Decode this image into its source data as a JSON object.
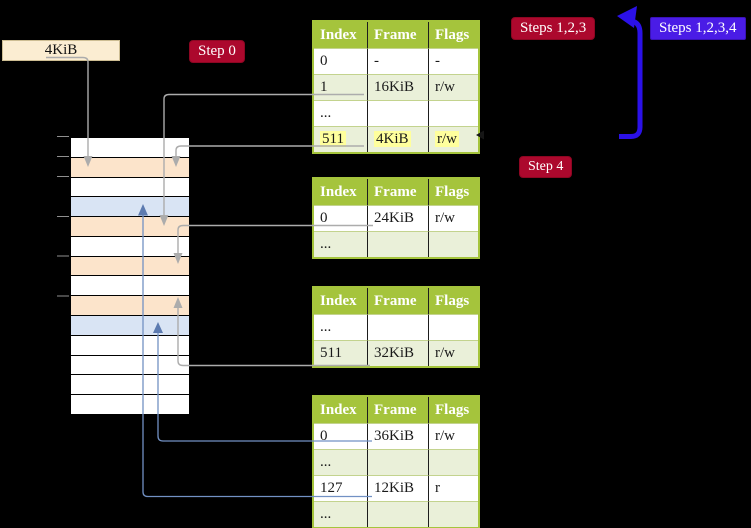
{
  "labels": {
    "frame_4kib": "4KiB",
    "step0": "Step 0",
    "steps123": "Steps 1,2,3",
    "steps1234": "Steps 1,2,3,4",
    "step4": "Step 4"
  },
  "colors": {
    "label_cream": "#fbedd2",
    "badge_red": "#ac082d",
    "badge_blue": "#4a1ce6",
    "header_green": "#a5c43c",
    "row_green": "#eaf0d9",
    "highlight_yellow": "#ffff9d",
    "mem_peach": "#fce4cb",
    "mem_blue": "#d9e4f4",
    "arrow_gray": "#acacac",
    "arrow_blue_thin": "#7291c4",
    "arrow_blue_head": "#5d7bb0",
    "arrow_blue_thick": "#2b11e8"
  },
  "memory_column": {
    "rows": [
      "white",
      "peach",
      "white",
      "blue",
      "peach",
      "white",
      "peach",
      "white",
      "peach",
      "blue",
      "white",
      "white",
      "white",
      "white"
    ]
  },
  "tables": [
    {
      "name": "page-table-level4",
      "headers": [
        "Index",
        "Frame",
        "Flags"
      ],
      "rows": [
        {
          "cells": [
            "0",
            "-",
            "-"
          ],
          "shade": false,
          "highlight": false
        },
        {
          "cells": [
            "1",
            "16KiB",
            "r/w"
          ],
          "shade": true,
          "highlight": false
        },
        {
          "cells": [
            "...",
            "",
            ""
          ],
          "shade": false,
          "highlight": false
        },
        {
          "cells": [
            "511",
            "4KiB",
            "r/w"
          ],
          "shade": true,
          "highlight": true
        }
      ]
    },
    {
      "name": "page-table-level3",
      "headers": [
        "Index",
        "Frame",
        "Flags"
      ],
      "rows": [
        {
          "cells": [
            "0",
            "24KiB",
            "r/w"
          ],
          "shade": false,
          "highlight": false
        },
        {
          "cells": [
            "...",
            "",
            ""
          ],
          "shade": true,
          "highlight": false
        }
      ]
    },
    {
      "name": "page-table-level2",
      "headers": [
        "Index",
        "Frame",
        "Flags"
      ],
      "rows": [
        {
          "cells": [
            "...",
            "",
            ""
          ],
          "shade": false,
          "highlight": false
        },
        {
          "cells": [
            "511",
            "32KiB",
            "r/w"
          ],
          "shade": true,
          "highlight": false
        }
      ]
    },
    {
      "name": "page-table-level1",
      "headers": [
        "Index",
        "Frame",
        "Flags"
      ],
      "rows": [
        {
          "cells": [
            "0",
            "36KiB",
            "r/w"
          ],
          "shade": false,
          "highlight": false
        },
        {
          "cells": [
            "...",
            "",
            ""
          ],
          "shade": true,
          "highlight": false
        },
        {
          "cells": [
            "127",
            "12KiB",
            "r"
          ],
          "shade": false,
          "highlight": false
        },
        {
          "cells": [
            "...",
            "",
            ""
          ],
          "shade": true,
          "highlight": false
        }
      ]
    }
  ]
}
